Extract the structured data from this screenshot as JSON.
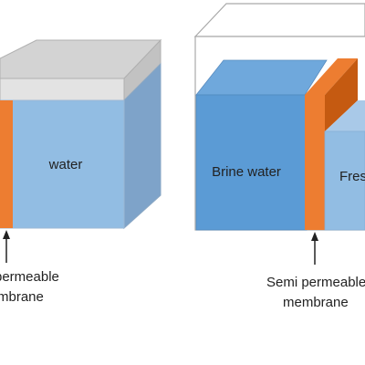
{
  "left_tank": {
    "water_label": "water",
    "membrane_label_line1": "permeable",
    "membrane_label_line2": "mbrane"
  },
  "right_tank": {
    "brine_label": "Brine water",
    "fresh_label": "Fres",
    "membrane_label_line1": "Semi permeable",
    "membrane_label_line2": "membrane"
  },
  "colors": {
    "water_light": "#92bde3",
    "water_side": "#7ea3c9",
    "brine_front": "#5b9bd5",
    "brine_top": "#6fa8dc",
    "membrane": "#ed7d31",
    "membrane_dark": "#c55a11",
    "tank_lid_top": "#d0d0d0",
    "tank_lid_front": "#e3e3e3",
    "tank_outline": "#a9a9a9"
  }
}
